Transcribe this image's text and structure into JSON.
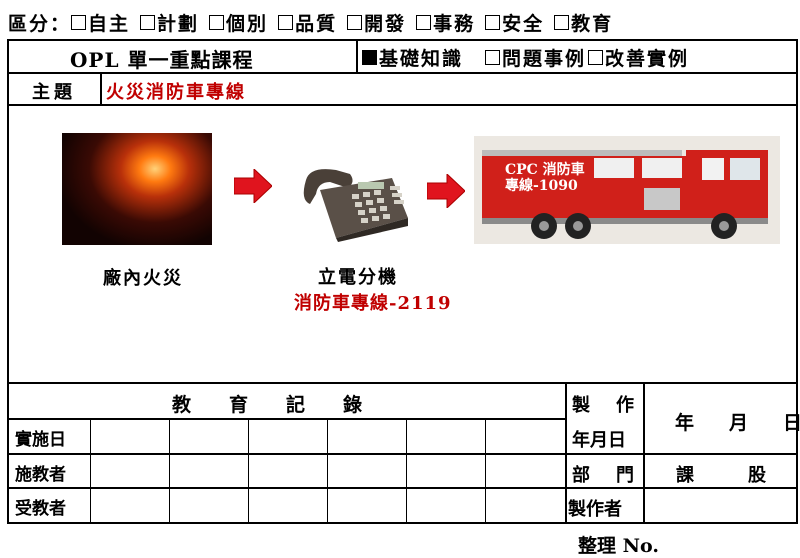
{
  "category": {
    "label": "區分：",
    "options": [
      {
        "label": "自主",
        "checked": false
      },
      {
        "label": "計劃",
        "checked": false
      },
      {
        "label": "個別",
        "checked": false
      },
      {
        "label": "品質",
        "checked": false
      },
      {
        "label": "開發",
        "checked": false
      },
      {
        "label": "事務",
        "checked": false
      },
      {
        "label": "安全",
        "checked": false
      },
      {
        "label": "教育",
        "checked": false
      }
    ]
  },
  "header": {
    "title": "OPL 單一重點課程",
    "types": [
      {
        "label": "基礎知識",
        "checked": true
      },
      {
        "label": "問題事例",
        "checked": false
      },
      {
        "label": "改善實例",
        "checked": false
      }
    ]
  },
  "subject": {
    "label": "主題",
    "value": "火災消防車專線"
  },
  "flow": {
    "step1_label": "廠內火災",
    "step2_label": "立電分機",
    "step2_number": "消防車專線-2119",
    "truck_text_line1": "CPC 消防車",
    "truck_text_line2": "專線-1090"
  },
  "record": {
    "title": "教　　育　　記　　錄",
    "rows": [
      "實施日",
      "施教者",
      "受教者"
    ],
    "made_label_1": "製　作",
    "made_label_2": "年月日",
    "date_value": "年　月　日",
    "dept_label": "部　門",
    "dept_value": "課　　股",
    "maker_label": "製作者"
  },
  "footer": {
    "label": "整理 No."
  },
  "colors": {
    "accent_red": "#c00000",
    "arrow_red": "#e0141e",
    "truck_red": "#d0201a"
  }
}
